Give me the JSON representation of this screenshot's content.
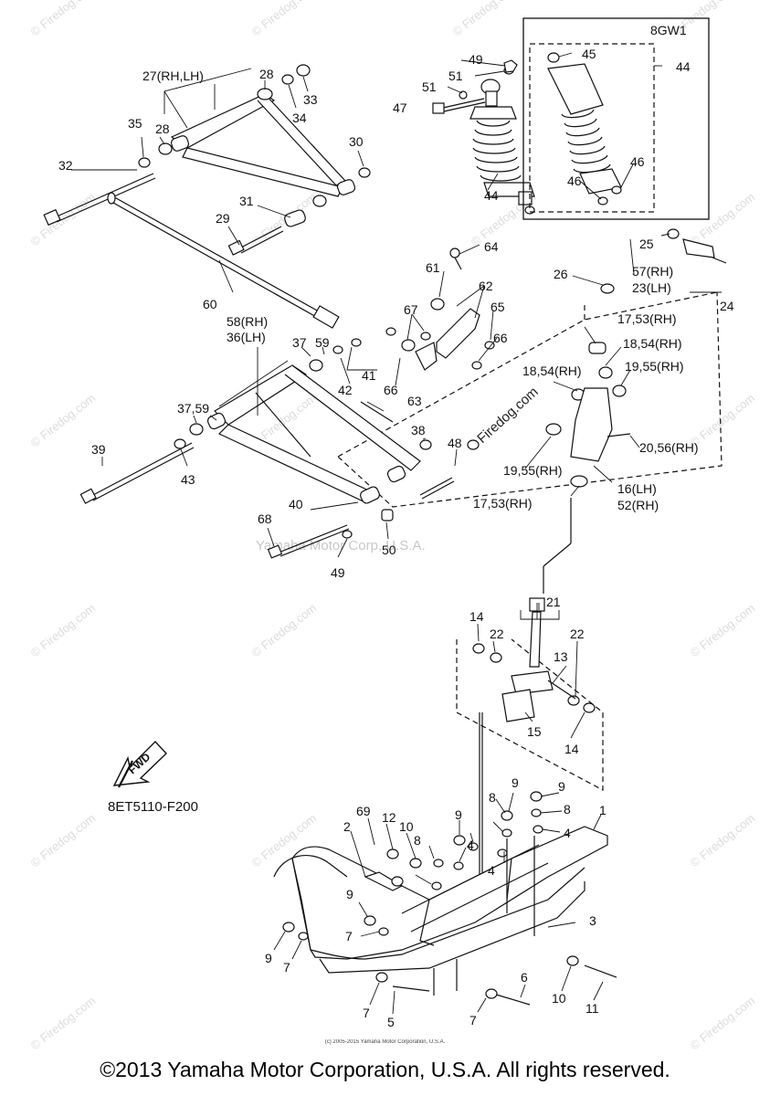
{
  "diagram": {
    "part_code": "8ET5110-F200",
    "fwd_label": "FWD",
    "inset_model": "8GW1",
    "footer": "©2013 Yamaha Motor Corporation, U.S.A. All rights reserved.",
    "footer_small": "(c) 2005-2015 Yamaha Motor Corporation, U.S.A.",
    "watermark_main": "Yamaha Motor Corp, U.S.A.",
    "watermark_site": "© Firedog.com",
    "diagram_site_label": "Firedog.com",
    "callouts": [
      "27(RH,LH)",
      "28",
      "28",
      "33",
      "34",
      "35",
      "32",
      "30",
      "31",
      "29",
      "60",
      "49",
      "51",
      "51",
      "47",
      "44",
      "45",
      "44",
      "46",
      "46",
      "25",
      "64",
      "61",
      "62",
      "65",
      "66",
      "67",
      "58(RH)",
      "36(LH)",
      "37",
      "59",
      "41",
      "42",
      "63",
      "66",
      "37,59",
      "38",
      "39",
      "43",
      "48",
      "40",
      "68",
      "49",
      "50",
      "26",
      "57(RH)",
      "23(LH)",
      "24",
      "17,53(RH)",
      "18,54(RH)",
      "18,54(RH)",
      "19,55(RH)",
      "20,56(RH)",
      "19,55(RH)",
      "16(LH)",
      "52(RH)",
      "17,53(RH)",
      "21",
      "14",
      "22",
      "22",
      "13",
      "15",
      "14",
      "9",
      "9",
      "8",
      "8",
      "69",
      "12",
      "10",
      "9",
      "8",
      "4",
      "4",
      "2",
      "4",
      "1",
      "9",
      "7",
      "3",
      "9",
      "7",
      "7",
      "5",
      "6",
      "7",
      "10",
      "11"
    ]
  }
}
